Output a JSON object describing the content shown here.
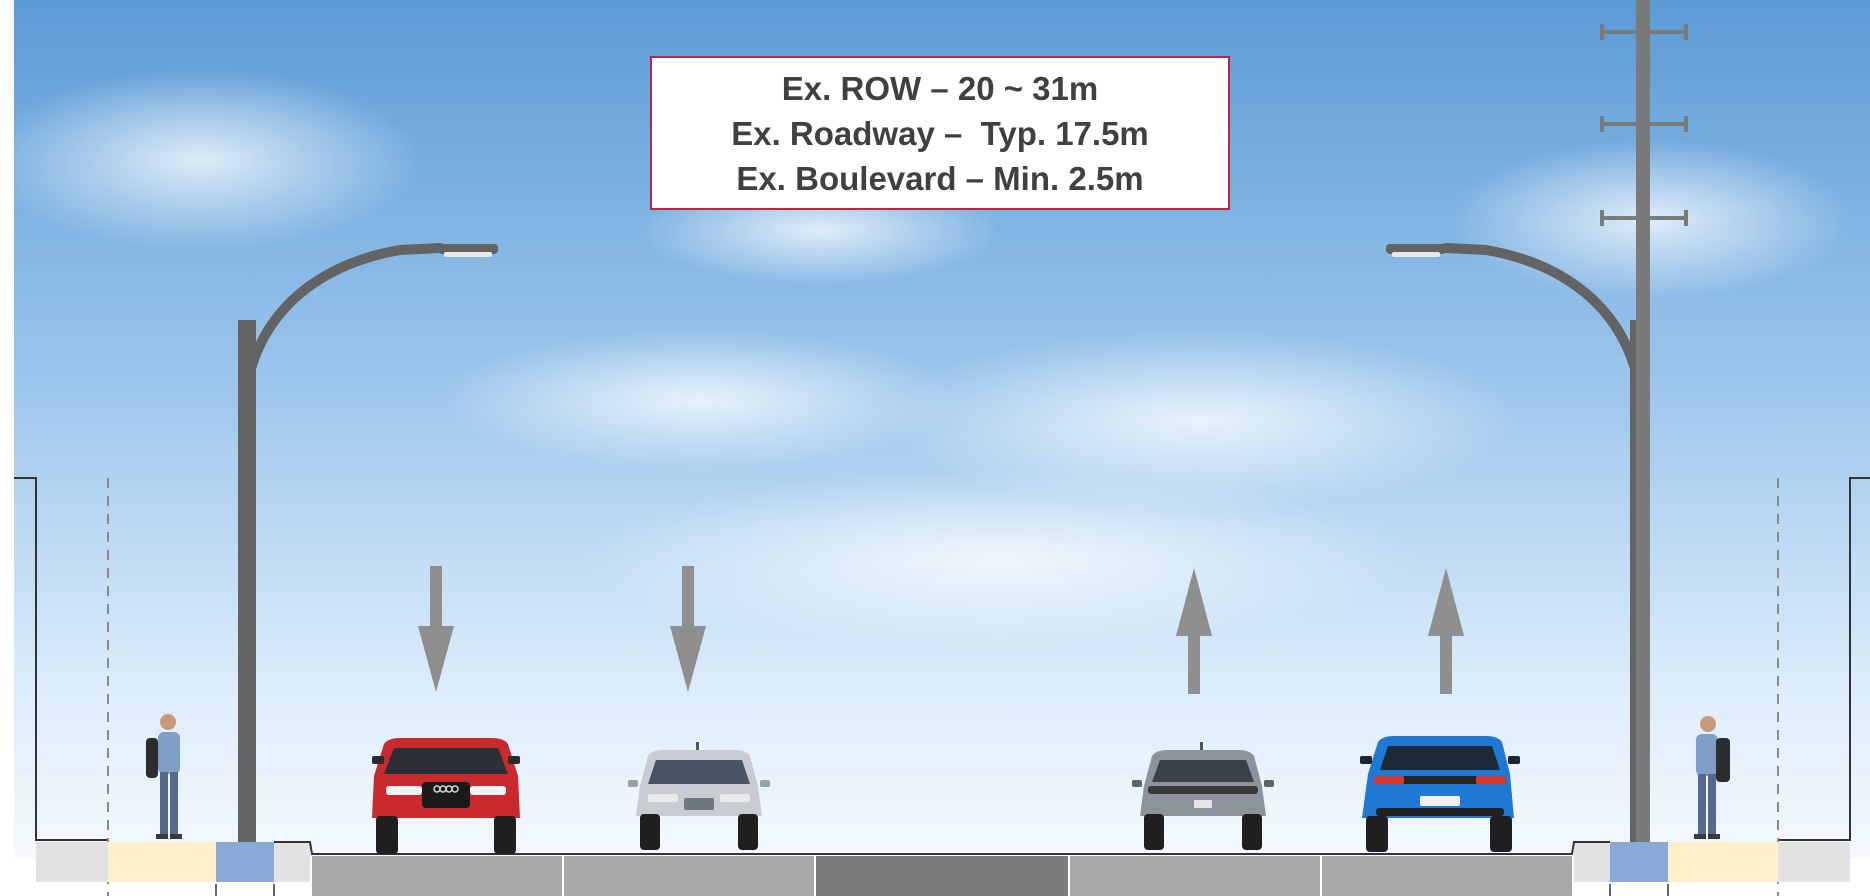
{
  "callout": {
    "lines": [
      "Ex. ROW – 20 ~ 31m",
      "Ex. Roadway –  Typ. 17.5m",
      "Ex. Boulevard – Min. 2.5m"
    ]
  },
  "traffic": {
    "left_lanes_direction": "down",
    "right_lanes_direction": "up"
  },
  "colors": {
    "callout_border": "#c0243a",
    "callout_text": "#404040",
    "sky_top": "#5f9fd8",
    "sky_bottom": "#eef6fd",
    "pole": "#636363",
    "lane_light": "#a8a8a8",
    "lane_median": "#7c7c7c",
    "sidewalk": "#fdf0c8",
    "buffer": "#8aa8da",
    "curb": "#e2e2e2",
    "arrow": "#8f8f8f",
    "car_red": "#c92a2e",
    "car_silver": "#c8ccd2",
    "car_grey": "#8c939c",
    "car_blue": "#1f78d4"
  }
}
